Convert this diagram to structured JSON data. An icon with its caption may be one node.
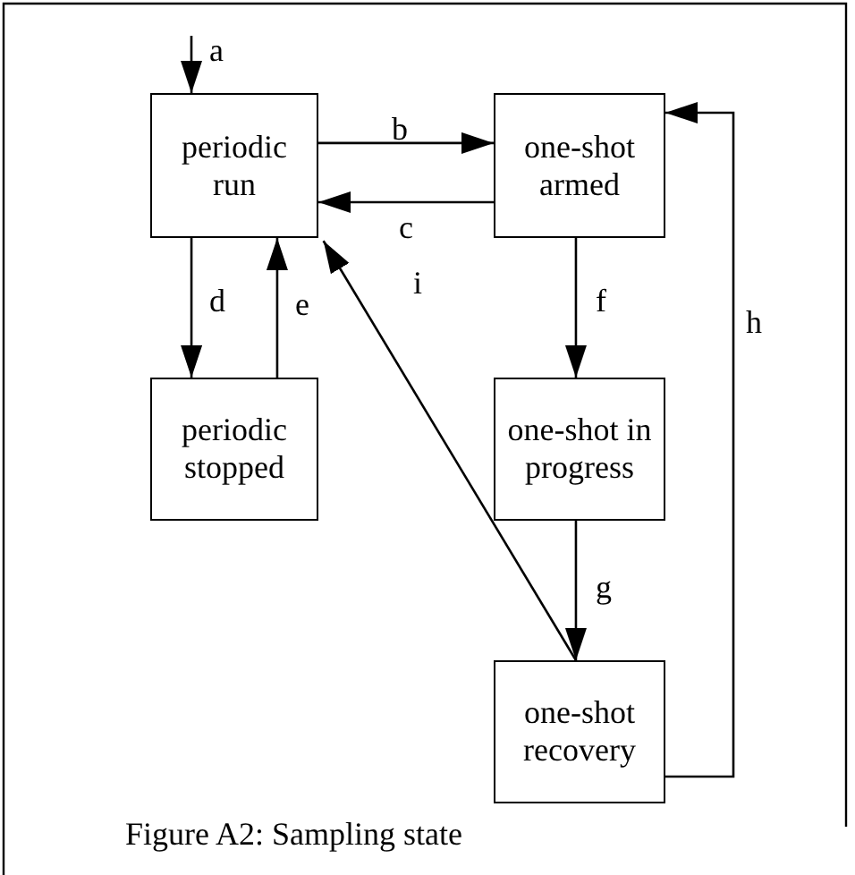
{
  "diagram": {
    "caption": "Figure A2: Sampling state",
    "nodes": [
      {
        "text": [
          "periodic run"
        ]
      },
      {
        "text": [
          "one-shot armed"
        ]
      },
      {
        "text": [
          "periodic stopped"
        ]
      },
      {
        "text": [
          "one-shot in progress"
        ]
      },
      {
        "text": [
          "one-shot recovery"
        ]
      }
    ],
    "edges": [
      {
        "from": null,
        "to": 0,
        "arrow": "to",
        "label": "a"
      },
      {
        "from": 0,
        "to": 1,
        "arrow": "to",
        "label": "b"
      },
      {
        "from": 1,
        "to": 0,
        "arrow": "to",
        "label": "c"
      },
      {
        "from": 0,
        "to": 2,
        "arrow": "to",
        "label": "d"
      },
      {
        "from": 2,
        "to": 0,
        "arrow": "to",
        "label": "e"
      },
      {
        "from": 1,
        "to": 3,
        "arrow": "to",
        "label": "f"
      },
      {
        "from": 3,
        "to": 4,
        "arrow": "to",
        "label": "g"
      },
      {
        "from": 4,
        "to": 1,
        "arrow": "to",
        "label": "h"
      },
      {
        "from": 4,
        "to": 0,
        "arrow": "to",
        "label": "i"
      }
    ]
  }
}
